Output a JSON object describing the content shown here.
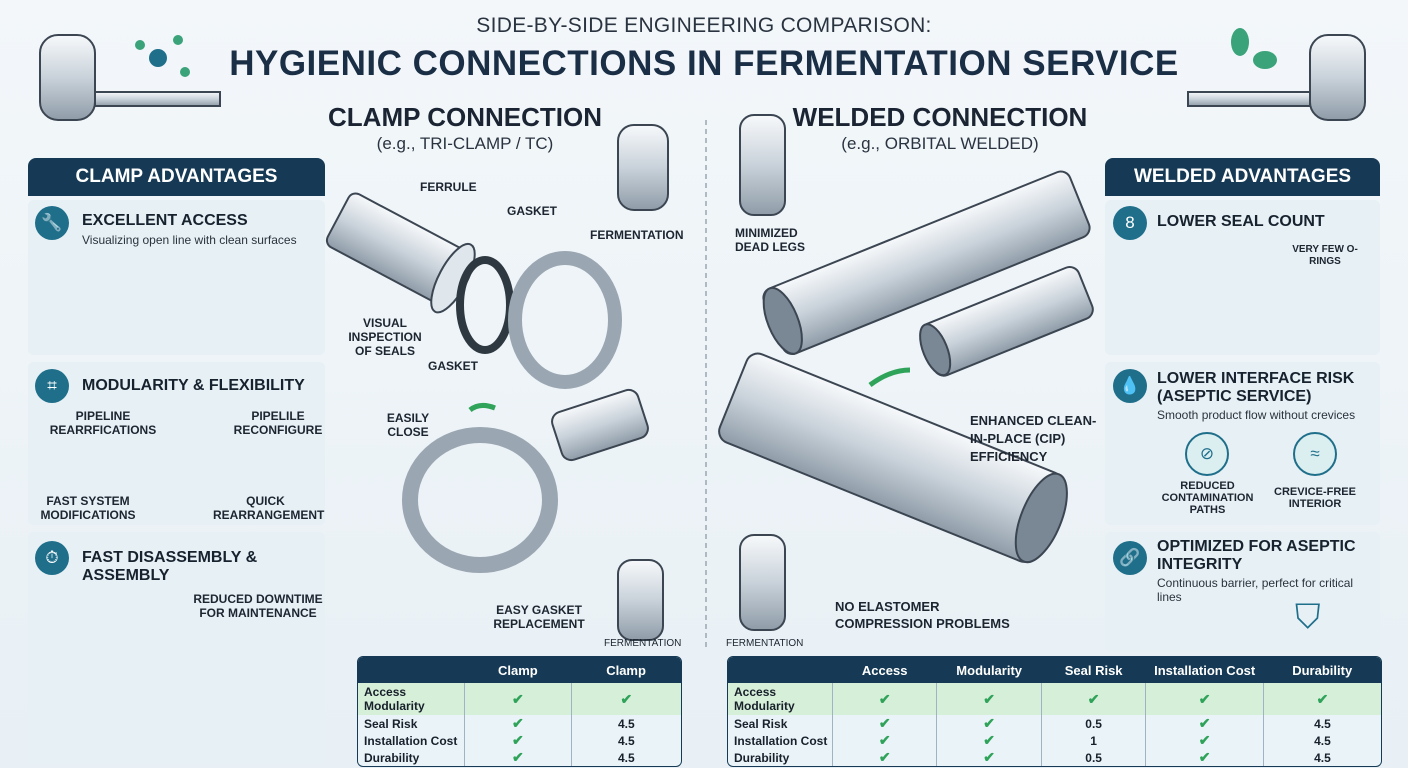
{
  "header": {
    "kicker": "SIDE-BY-SIDE ENGINEERING COMPARISON:",
    "title": "HYGIENIC CONNECTIONS IN FERMENTATION SERVICE"
  },
  "clamp_panel": {
    "title": "CLAMP ADVANTAGES",
    "cards": [
      {
        "title": "EXCELLENT ACCESS",
        "subtitle": "Visualizing open line with clean surfaces",
        "icon": "wrench-icon"
      },
      {
        "title": "MODULARITY & FLEXIBILITY",
        "icon": "network-icon",
        "labels": [
          "PIPELINE REARRFICATIONS",
          "PIPELILE RECONFIGURE",
          "FAST SYSTEM MODIFICATIONS",
          "QUICK REARRANGEMENT"
        ]
      },
      {
        "title": "FAST DISASSEMBLY & ASSEMBLY",
        "icon": "stopwatch-icon",
        "labels": [
          "REDUCED DOWNTIME FOR MAINTENANCE"
        ]
      }
    ]
  },
  "clamp": {
    "title": "CLAMP CONNECTION",
    "subtitle": "(e.g., TRI-CLAMP / TC)",
    "callouts": [
      "FERRULE",
      "GASKET",
      "FERMENTATION",
      "VISUAL INSPECTION OF SEALS",
      "GASKET",
      "EASILY CLOSE",
      "EASY GASKET REPLACEMENT",
      "FERMENTATION"
    ]
  },
  "welded": {
    "title": "WELDED CONNECTION",
    "subtitle": "(e.g., ORBITAL WELDED)",
    "callouts": [
      "MINIMIZED DEAD LEGS",
      "ENHANCED CLEAN-IN-PLACE (CIP) EFFICIENCY",
      "NO ELASTOMER COMPRESSION PROBLEMS",
      "FERMENTATION"
    ]
  },
  "welded_panel": {
    "title": "WELDED ADVANTAGES",
    "cards": [
      {
        "title": "LOWER SEAL COUNT",
        "icon": "seal-icon",
        "labels": [
          "VERY FEW O-RINGS"
        ]
      },
      {
        "title": "LOWER INTERFACE RISK (ASEPTIC SERVICE)",
        "subtitle": "Smooth product flow without crevices",
        "icon": "droplet-icon",
        "labels": [
          "REDUCED CONTAMINATION PATHS",
          "CREVICE-FREE INTERIOR"
        ]
      },
      {
        "title": "OPTIMIZED FOR ASEPTIC INTEGRITY",
        "subtitle": "Continuous barrier, perfect for critical lines",
        "icon": "chain-link-icon"
      }
    ]
  },
  "clamp_table": {
    "columns": [
      "",
      "Clamp",
      "Clamp"
    ],
    "rows": [
      [
        "Access\nModularity",
        "✔",
        "✔"
      ],
      [
        "Seal Risk",
        "✔",
        "4.5"
      ],
      [
        "Installation Cost",
        "✔",
        "4.5"
      ],
      [
        "Durability",
        "✔",
        "4.5"
      ]
    ]
  },
  "welded_table": {
    "columns": [
      "",
      "Access",
      "Modularity",
      "Seal Risk",
      "Installation Cost",
      "Durability"
    ],
    "rows": [
      [
        "Access\nModularity",
        "✔",
        "✔",
        "✔",
        "✔",
        "✔"
      ],
      [
        "Seal Risk",
        "✔",
        "✔",
        "0.5",
        "✔",
        "4.5"
      ],
      [
        "Installation Cost",
        "✔",
        "✔",
        "1",
        "✔",
        "4.5"
      ],
      [
        "Durability",
        "✔",
        "✔",
        "0.5",
        "✔",
        "4.5"
      ]
    ]
  },
  "colors": {
    "navy": "#163a55",
    "teal": "#1f6f8b",
    "green": "#2fa35a"
  }
}
